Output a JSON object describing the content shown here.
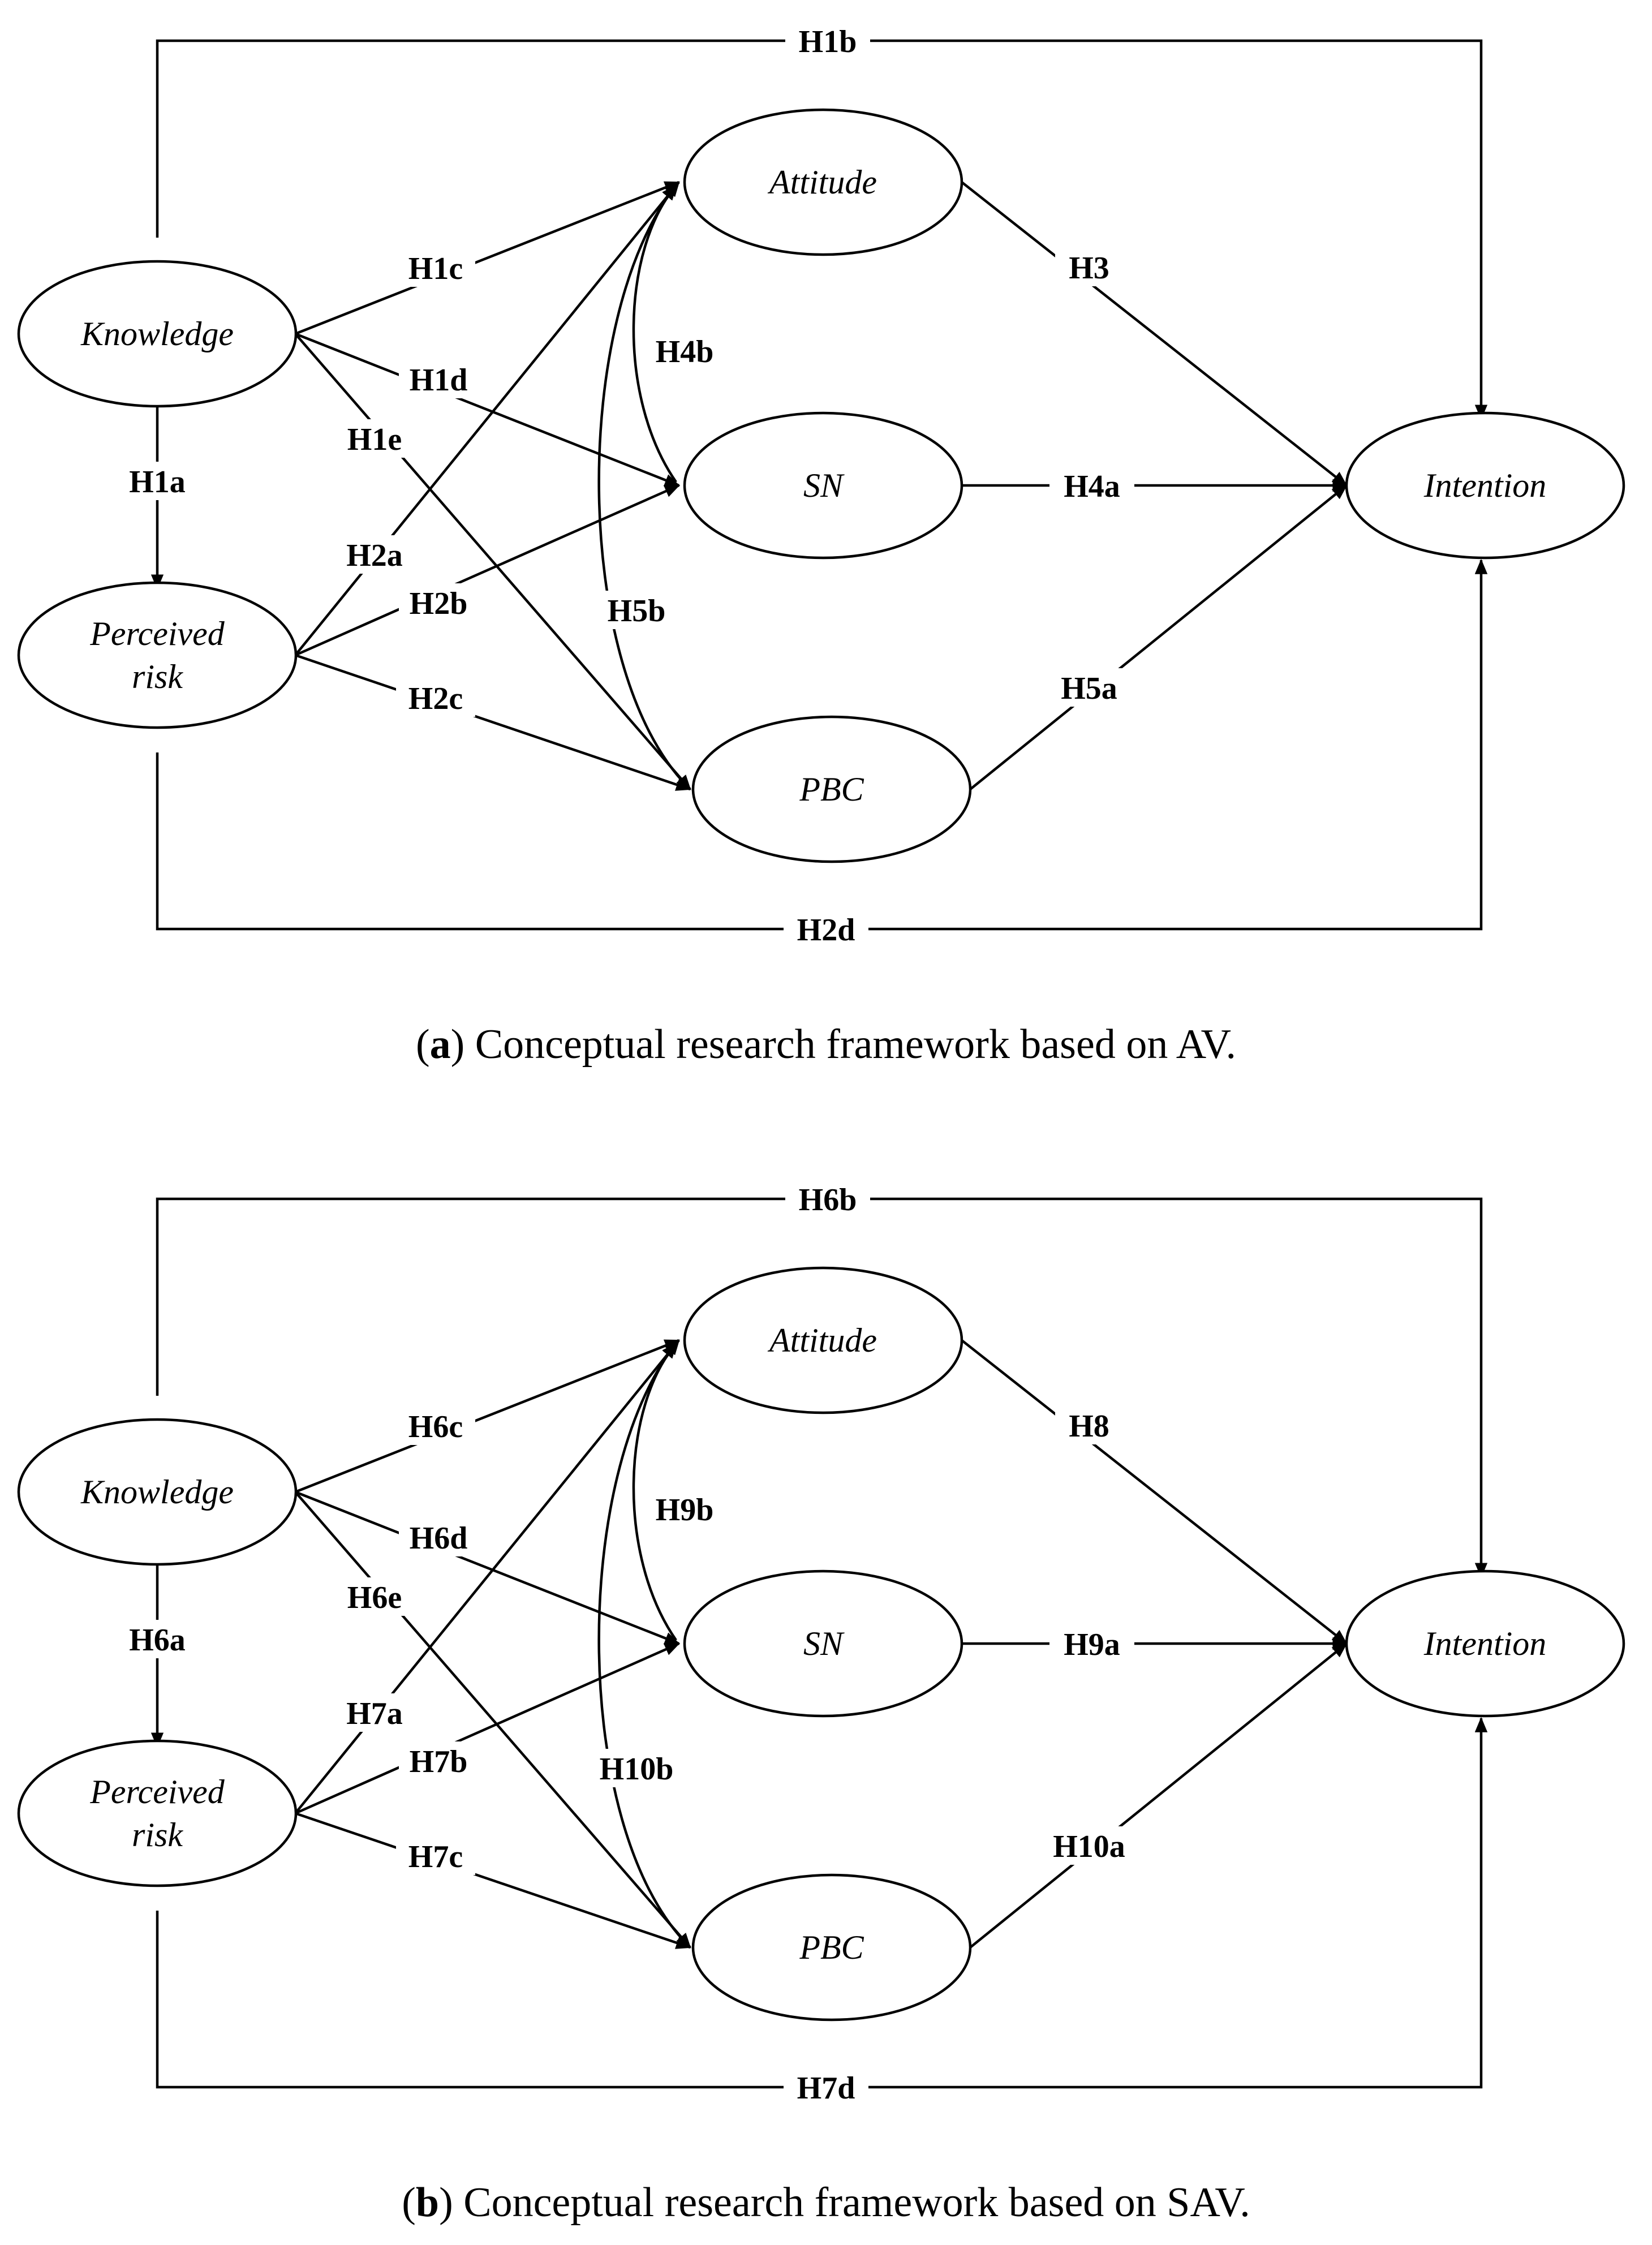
{
  "figures": [
    {
      "id": "a",
      "nodes": {
        "knowledge": "Knowledge",
        "perceived_risk": [
          "Perceived",
          "risk"
        ],
        "attitude": "Attitude",
        "sn": "SN",
        "pbc": "PBC",
        "intention": "Intention"
      },
      "hypotheses": {
        "k_int": "H1b",
        "pr_int": "H2d",
        "k_pr": "H1a",
        "k_att": "H1c",
        "k_sn": "H1d",
        "k_pbc": "H1e",
        "pr_att": "H2a",
        "pr_sn": "H2b",
        "pr_pbc": "H2c",
        "att_int": "H3",
        "sn_int": "H4a",
        "sn_att": "H4b",
        "pbc_int": "H5a",
        "pbc_att": "H5b"
      },
      "caption": {
        "prefix": "(",
        "key": "a",
        "text": ") Conceptual research framework based on AV."
      }
    },
    {
      "id": "b",
      "nodes": {
        "knowledge": "Knowledge",
        "perceived_risk": [
          "Perceived",
          "risk"
        ],
        "attitude": "Attitude",
        "sn": "SN",
        "pbc": "PBC",
        "intention": "Intention"
      },
      "hypotheses": {
        "k_int": "H6b",
        "pr_int": "H7d",
        "k_pr": "H6a",
        "k_att": "H6c",
        "k_sn": "H6d",
        "k_pbc": "H6e",
        "pr_att": "H7a",
        "pr_sn": "H7b",
        "pr_pbc": "H7c",
        "att_int": "H8",
        "sn_int": "H9a",
        "sn_att": "H9b",
        "pbc_int": "H10a",
        "pbc_att": "H10b"
      },
      "caption": {
        "prefix": "(",
        "key": "b",
        "text": ") Conceptual research framework based on SAV."
      }
    }
  ]
}
